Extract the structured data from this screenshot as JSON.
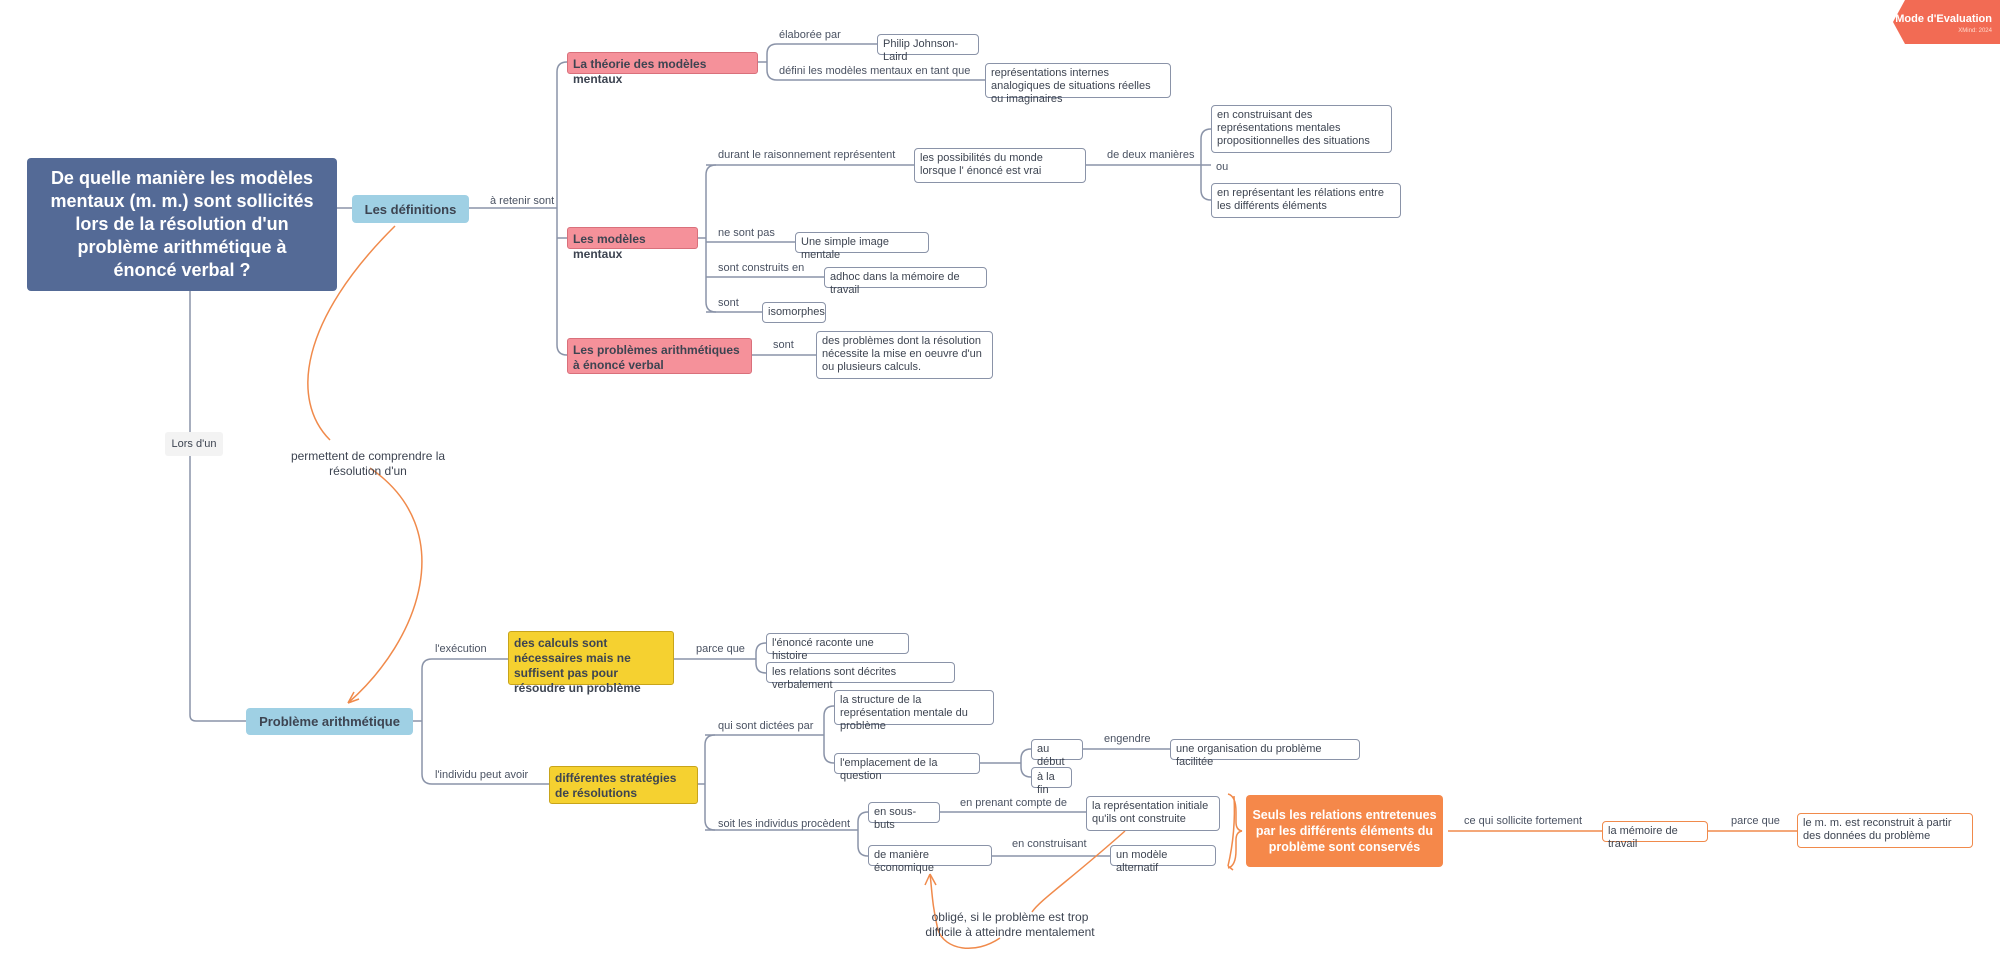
{
  "badge": {
    "title": "Mode d'Evaluation",
    "subtitle": "XMind: 2024"
  },
  "root": {
    "title": "De quelle manière les modèles mentaux (m. m.) sont sollicités lors de la résolution d'un problème arithmétique à énoncé verbal ?"
  },
  "definitions": {
    "title": "Les définitions",
    "link": "à retenir sont",
    "theory": {
      "title": "La théorie des modèles mentaux",
      "label_by": "élaborée par",
      "author": "Philip Johnson-Laird",
      "label_def": "défini les modèles mentaux en tant que",
      "def": "représentations internes analogiques de situations réelles ou imaginaires"
    },
    "models": {
      "title": "Les modèles mentaux",
      "label_during": "durant le raisonnement représentent",
      "possibilities": "les possibilités du monde lorsque l' énoncé est vrai",
      "label_ways": "de deux manières",
      "way1": "en construisant des représentations mentales propositionnelles des situations",
      "or": "ou",
      "way2": "en représentant les rélations entre les différents éléments",
      "label_not": "ne sont pas",
      "not": "Une simple image mentale",
      "label_built": "sont construits en",
      "built": "adhoc dans la mémoire de travail",
      "label_are": "sont",
      "are": "isomorphes"
    },
    "problems": {
      "title": "Les problèmes arithmétiques à énoncé verbal",
      "label": "sont",
      "def": "des problèmes dont la résolution nécessite la mise en oeuvre d'un ou plusieurs calculs."
    }
  },
  "relation_lors": "Lors d'un",
  "relation_permettent": "permettent de comprendre la résolution d'un",
  "problem": {
    "title": "Problème arithmétique",
    "label_exec": "l'exécution",
    "calc": "des calculs sont nécessaires mais ne suffisent pas pour résoudre un problème",
    "label_because": "parce que",
    "reason1": "l'énoncé raconte une histoire",
    "reason2": "les relations sont décrites verbalement",
    "label_individual": "l'individu peut avoir",
    "strategies": "différentes stratégies de résolutions",
    "label_dictated": "qui sont dictées par",
    "structure": "la structure de la représentation mentale du problème",
    "question_place": "l'emplacement de la question",
    "start": "au début",
    "label_generates": "engendre",
    "organisation": "une organisation du problème facilitée",
    "end": "à la fin",
    "label_proceed": "soit les individus procèdent",
    "subgoals": "en sous-buts",
    "label_account": "en prenant compte de",
    "initial": "la représentation initiale qu'ils ont construite",
    "economic": "de manière économique",
    "label_building": "en construisant",
    "alternative": "un  modèle alternatif",
    "obliged": "obligé, si le problème est trop difficile à atteindre mentalement",
    "summary": "Seuls les relations entretenues par les différents éléments du problème sont conservés",
    "label_solicits": "ce qui sollicite fortement",
    "memory": "la mémoire de travail",
    "label_because2": "parce que",
    "reconstruct": "le m. m. est reconstruit à partir des données du problème"
  },
  "colors": {
    "root": "#546a96",
    "topic": "#9fd0e4",
    "pink": "#f5919a",
    "yellow": "#f5d130",
    "orange": "#f5884a",
    "line": "#8a93a8",
    "arrow": "#f08a4b"
  }
}
